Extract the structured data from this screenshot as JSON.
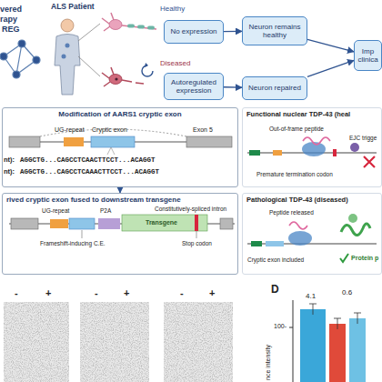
{
  "diagram": {
    "nodes": [
      {
        "text": [
          "No expression"
        ]
      },
      {
        "text": [
          "Neuron remains healthy"
        ]
      },
      {
        "text": [
          "Imp clinica"
        ]
      },
      {
        "text": [
          "Autoregulated expression"
        ]
      },
      {
        "text": [
          "Neuron repaired"
        ]
      },
      {
        "text": [
          "Modification of AARS1 cryptic exon"
        ]
      },
      {
        "text": [
          "rived cryptic exon fused to downstream transgene"
        ]
      },
      {
        "text": [
          "Functional nuclear TDP-43 (heal"
        ]
      },
      {
        "text": [
          "Pathological TDP-43 (diseased)"
        ]
      }
    ],
    "edges": [
      {
        "from": 0,
        "to": 1,
        "arrow": "to"
      },
      {
        "from": 1,
        "to": 2,
        "arrow": "to"
      },
      {
        "from": 3,
        "to": 4,
        "arrow": "to"
      },
      {
        "from": 4,
        "to": 2,
        "arrow": "to"
      },
      {
        "from": 5,
        "to": 6,
        "arrow": "to"
      }
    ],
    "labels": [
      "vered",
      "rapy",
      "REG",
      "ALS Patient",
      "Healthy",
      "Diseased",
      "UG-repeat",
      "Cryptic exon",
      "Exon 5",
      "nt):",
      "AGGCTG...CAGCCTCAACTTCCT...ACAGGT",
      "nt):",
      "AGGCTG...CAGCCTCAAACTTCCT...ACAGGT",
      "Out-of-frame peptide",
      "EJC trigge",
      "Premature termination codon",
      "Peptide released",
      "Cryptic exon included",
      "Protein p",
      "UG-repeat",
      "P2A",
      "Transgene",
      "Constitutively-spliced intron",
      "Frameshift-inducing C.E.",
      "Stop codon",
      "-",
      "+",
      "-",
      "+",
      "-",
      "+",
      "D",
      "4.1",
      "0.6",
      "100-",
      "nce intensity"
    ]
  }
}
